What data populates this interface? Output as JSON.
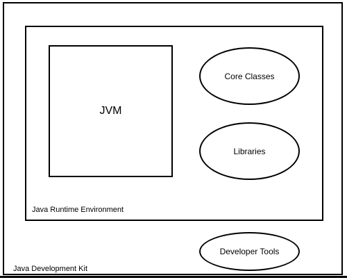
{
  "diagram": {
    "jdk_label": "Java Development Kit",
    "jre_label": "Java Runtime Environment",
    "jvm_label": "JVM",
    "core_classes_label": "Core Classes",
    "libraries_label": "Libraries",
    "developer_tools_label": "Developer Tools"
  },
  "colors": {
    "stroke": "#000000",
    "background": "#ffffff"
  }
}
